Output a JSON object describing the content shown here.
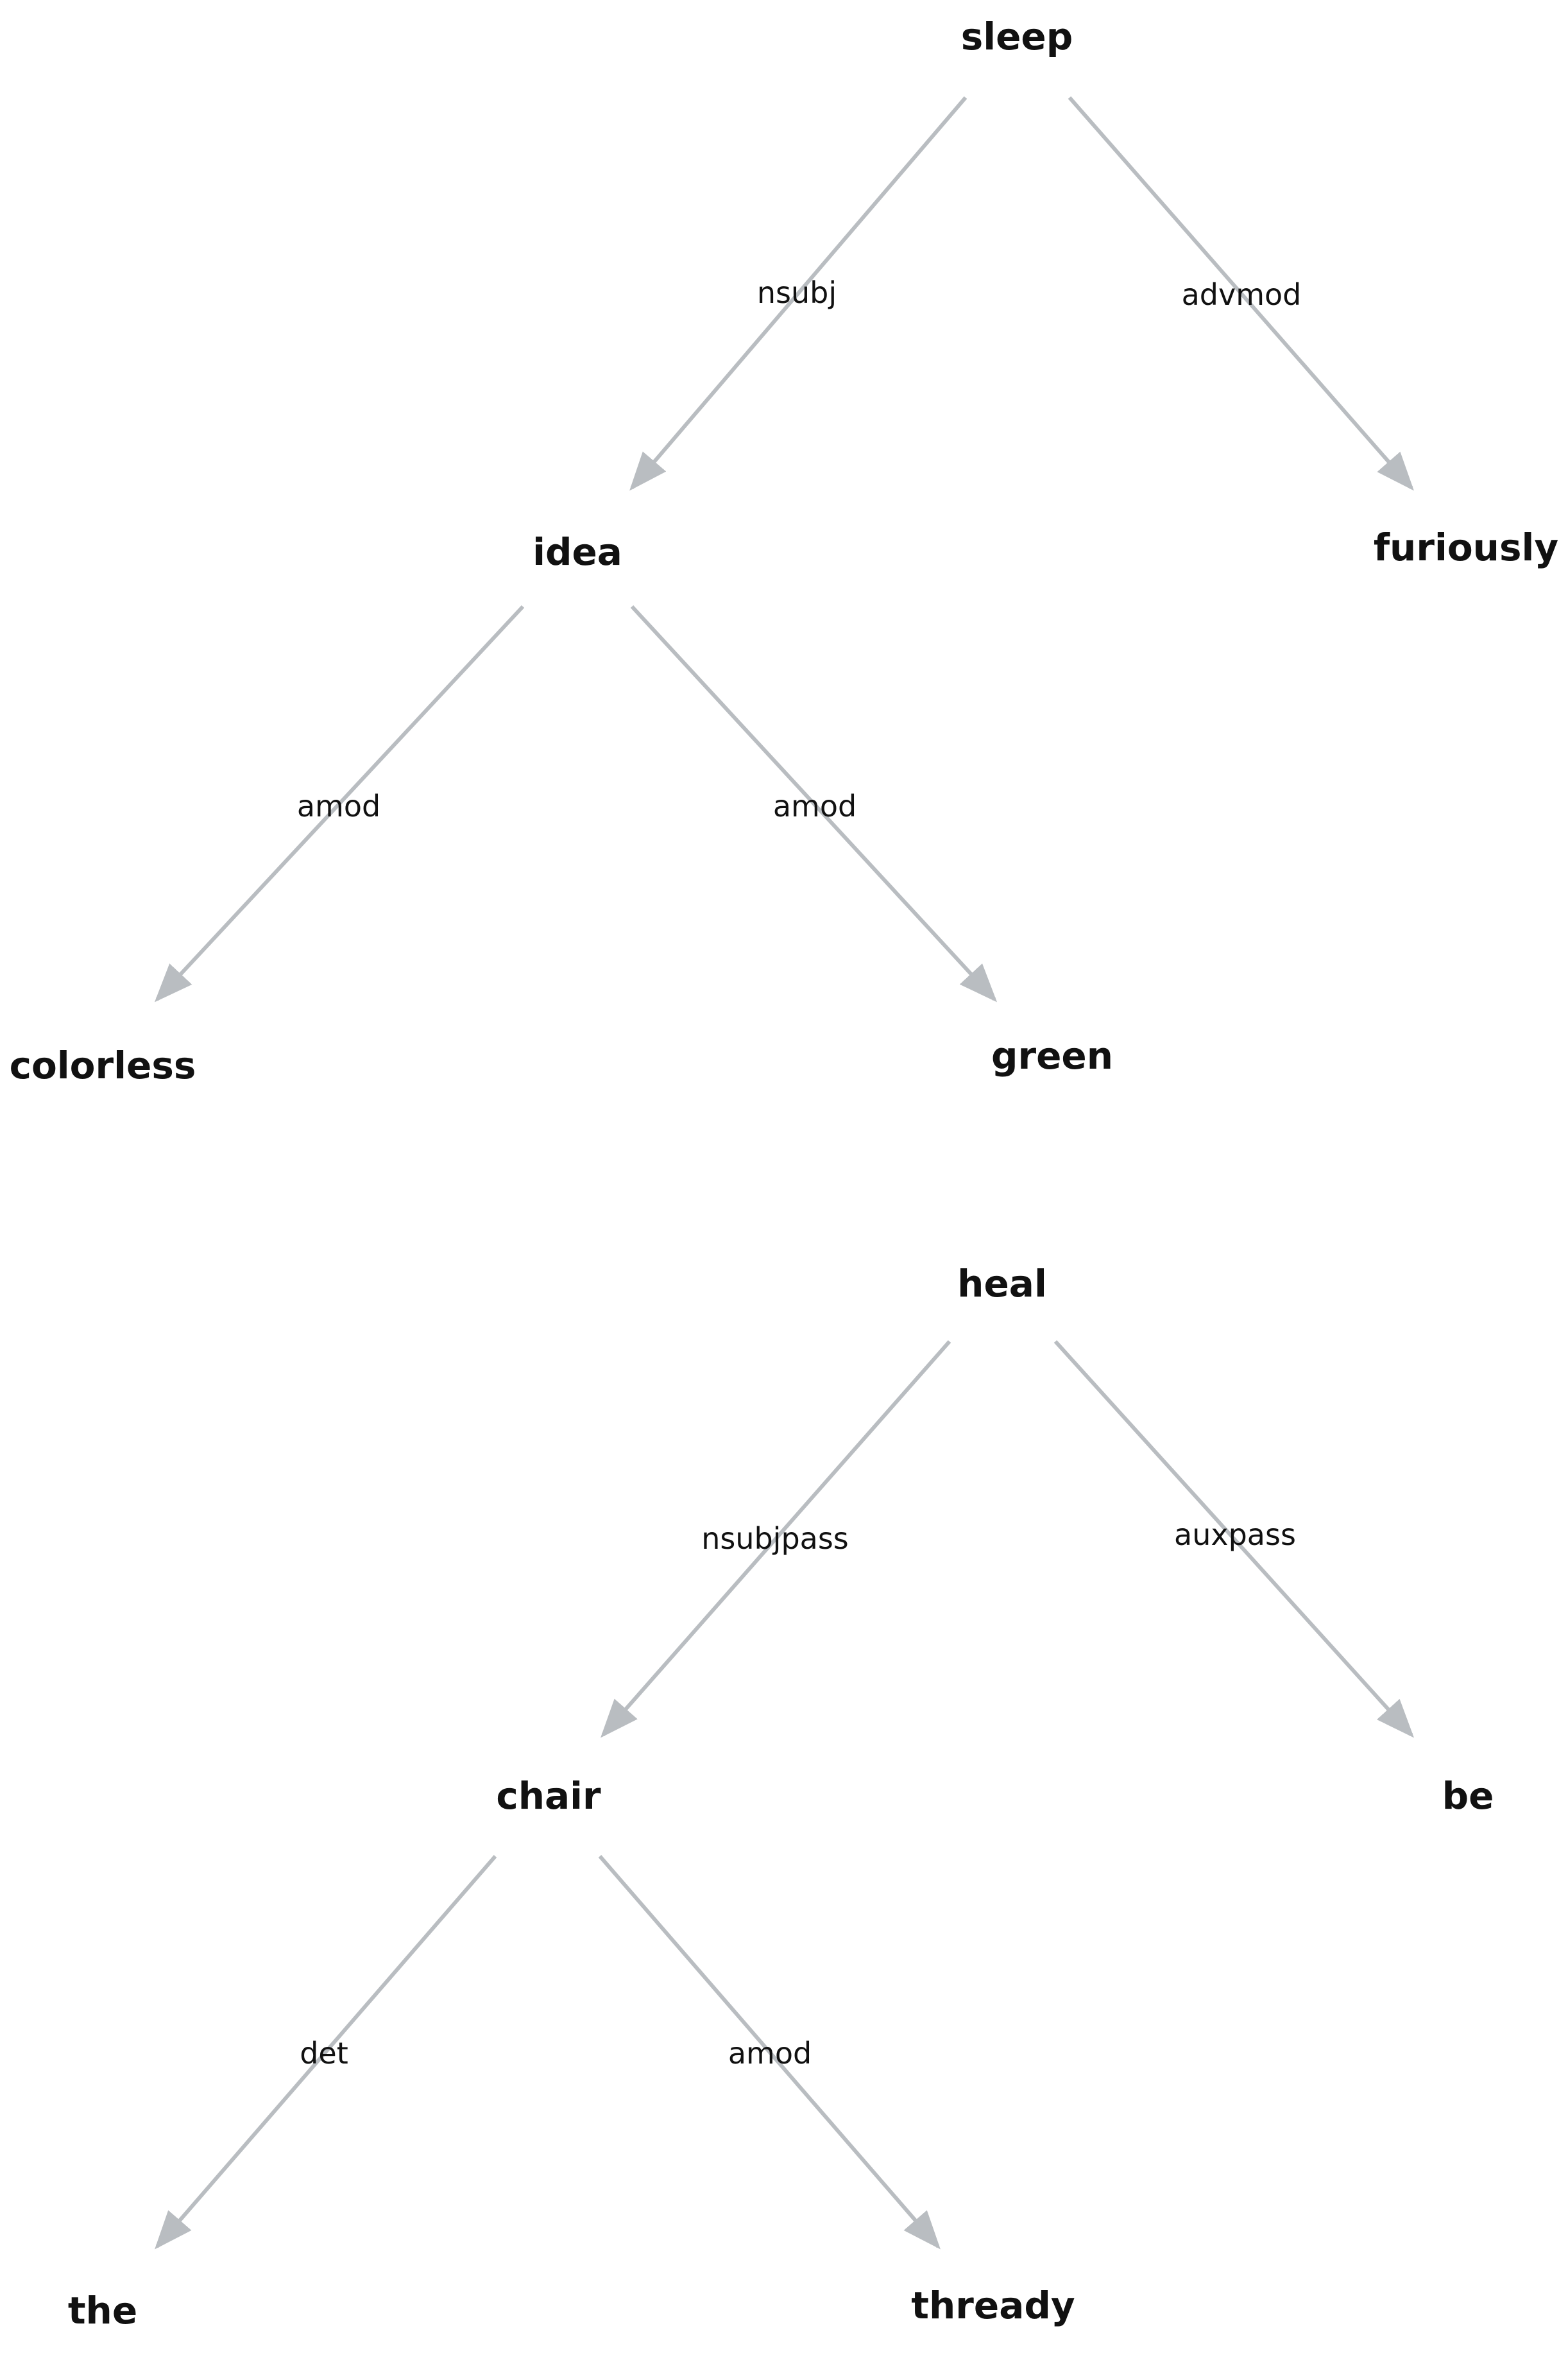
{
  "trees": [
    {
      "nodes": [
        {
          "id": "sleep",
          "label": "sleep"
        },
        {
          "id": "idea",
          "label": "idea"
        },
        {
          "id": "furiously",
          "label": "furiously"
        },
        {
          "id": "colorless",
          "label": "colorless"
        },
        {
          "id": "green",
          "label": "green"
        }
      ],
      "edges": [
        {
          "from": "sleep",
          "to": "idea",
          "label": "nsubj"
        },
        {
          "from": "sleep",
          "to": "furiously",
          "label": "advmod"
        },
        {
          "from": "idea",
          "to": "colorless",
          "label": "amod"
        },
        {
          "from": "idea",
          "to": "green",
          "label": "amod"
        }
      ]
    },
    {
      "nodes": [
        {
          "id": "heal",
          "label": "heal"
        },
        {
          "id": "chair",
          "label": "chair"
        },
        {
          "id": "be",
          "label": "be"
        },
        {
          "id": "the",
          "label": "the"
        },
        {
          "id": "thready",
          "label": "thready"
        }
      ],
      "edges": [
        {
          "from": "heal",
          "to": "chair",
          "label": "nsubjpass"
        },
        {
          "from": "heal",
          "to": "be",
          "label": "auxpass"
        },
        {
          "from": "chair",
          "to": "the",
          "label": "det"
        },
        {
          "from": "chair",
          "to": "thready",
          "label": "amod"
        }
      ]
    }
  ]
}
